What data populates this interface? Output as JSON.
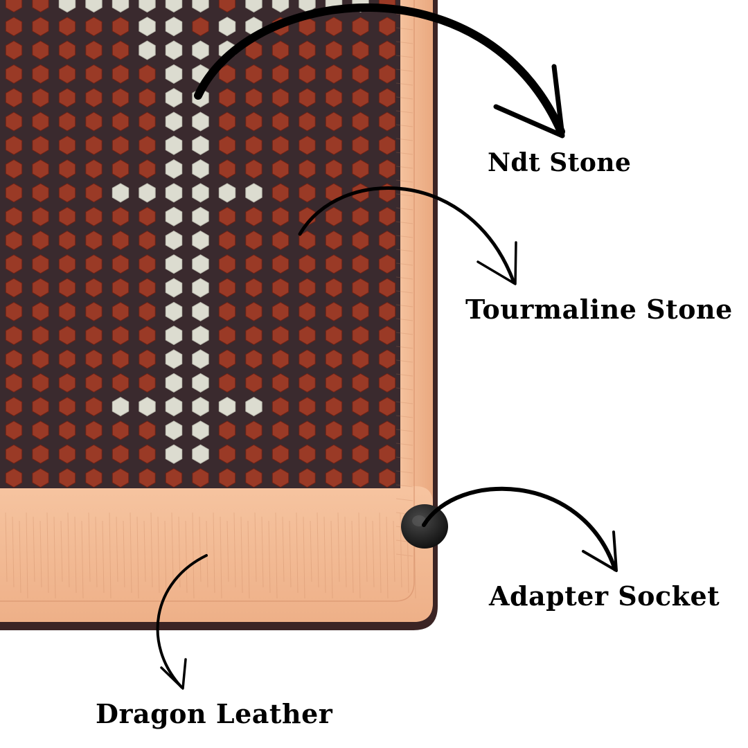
{
  "labels": {
    "ndt_stone": "Ndt Stone",
    "tourmaline_stone": "Tourmaline Stone",
    "adapter_socket": "Adapter Socket",
    "dragon_leather": "Dragon Leather"
  },
  "colors": {
    "background": "#ffffff",
    "mat_base": "#3a2a2e",
    "tourmaline_stone": "#9a3a26",
    "ndt_stone": "#dcdcd0",
    "leather": "#f2b890",
    "leather_shade": "#e3a07a",
    "trim": "#3b2424",
    "socket": "#1e1e1e",
    "arrow": "#000000"
  },
  "icons": {
    "arrow_style": "curved-arrow-icon",
    "stone_shape": "hexagon-icon"
  }
}
